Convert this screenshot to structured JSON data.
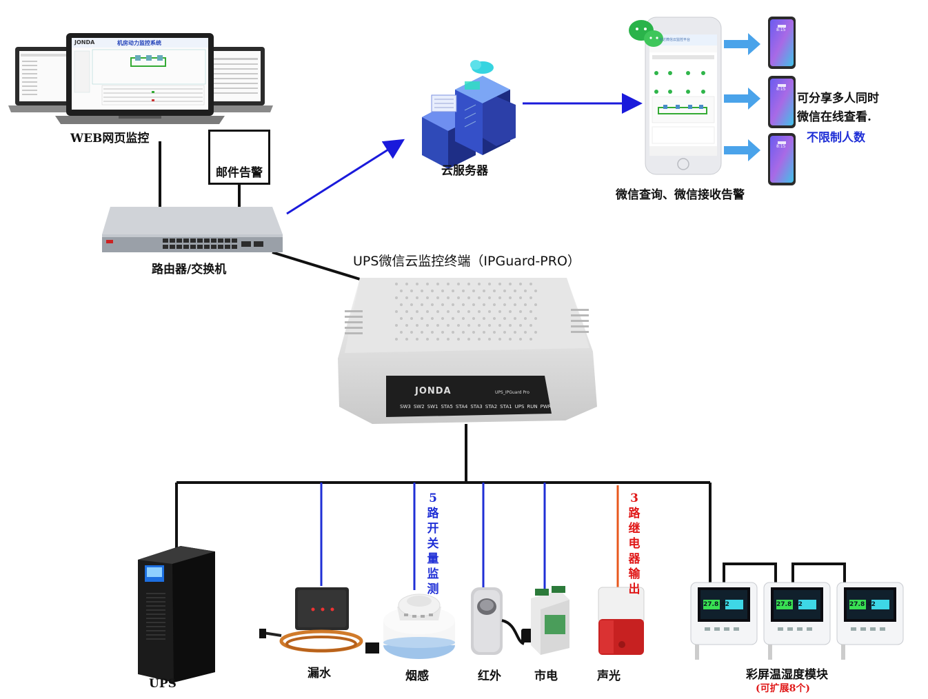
{
  "labels": {
    "web_monitor": "WEB网页监控",
    "mail_alert": "邮件告警",
    "router_switch": "路由器/交换机",
    "cloud_server": "云服务器",
    "wechat_query": "微信查询、微信接收告警",
    "share_line1": "可分享多人同时",
    "share_line2": "微信在线查看.",
    "unlimited": "不限制人数",
    "terminal_title": "UPS微信云监控终端（IPGuard-PRO）",
    "switch_group_label": "5\n路\n开\n关\n量\n监\n测",
    "relay_group_label": "3\n路\n继\n电\n器\n输\n出",
    "ups": "UPS",
    "leak": "漏水",
    "smoke": "烟感",
    "infrared": "红外",
    "mains": "市电",
    "sound_light": "声光",
    "th_module": "彩屏温湿度模块",
    "th_expand": "(可扩展8个)"
  },
  "screen": {
    "brand": "JONDA",
    "system_title": "机房动力监控系统",
    "app_title": "铭达微信云监控平台",
    "device_model": "UPS_IPGuard Pro",
    "leds": [
      "SW3",
      "SW2",
      "SW1",
      "STA5",
      "STA4",
      "STA3",
      "STA2",
      "STA1",
      "UPS",
      "RUN",
      "PWR"
    ],
    "phone_time": "8:15",
    "th_reading": "27.8  42"
  },
  "colors": {
    "wire": "#111111",
    "switch_line": "#1f2fd6",
    "relay_line": "#e8571c",
    "arrow_blue": "#1a1adb",
    "arrow_light": "#4aa3ea"
  }
}
